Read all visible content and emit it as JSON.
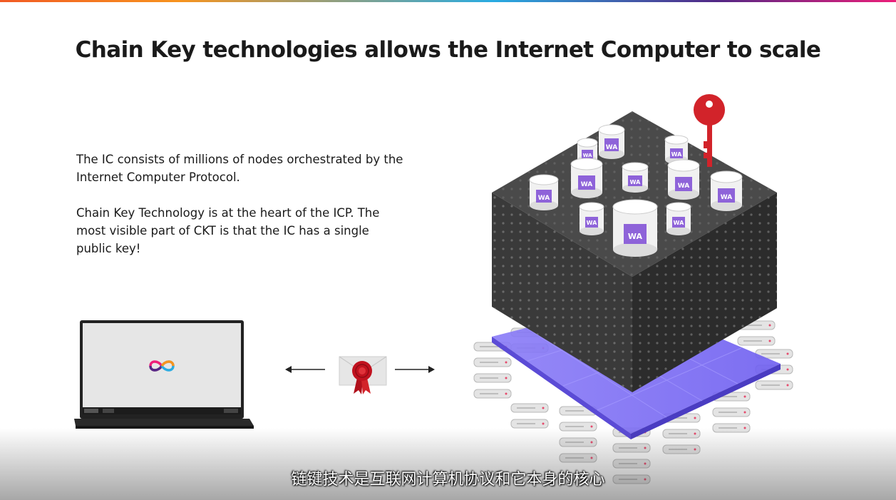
{
  "slide": {
    "title": "Chain Key technologies allows the Internet Computer to scale",
    "paragraph1": "The IC consists of millions of nodes orchestrated by the Internet Computer Protocol.",
    "paragraph2": "Chain Key Technology is at the heart of the ICP. The most visible part of CKT is that the IC has a single public key!",
    "canister_label": "WA"
  },
  "subtitle": {
    "text": "链键技术是互联网计算机协议和它本身的核心"
  },
  "icons": {
    "laptop": "laptop-icon",
    "logo": "infinity-logo-icon",
    "left_arrow": "arrow-left-icon",
    "right_arrow": "arrow-right-icon",
    "envelope": "sealed-envelope-icon",
    "key": "key-icon",
    "cube": "node-cube-icon"
  },
  "colors": {
    "key": "#d2232a",
    "seal": "#c1121f",
    "subnet": "#7b6cf2",
    "cube_dark": "#3b3b3b",
    "canister_label": "#8e63d9"
  }
}
